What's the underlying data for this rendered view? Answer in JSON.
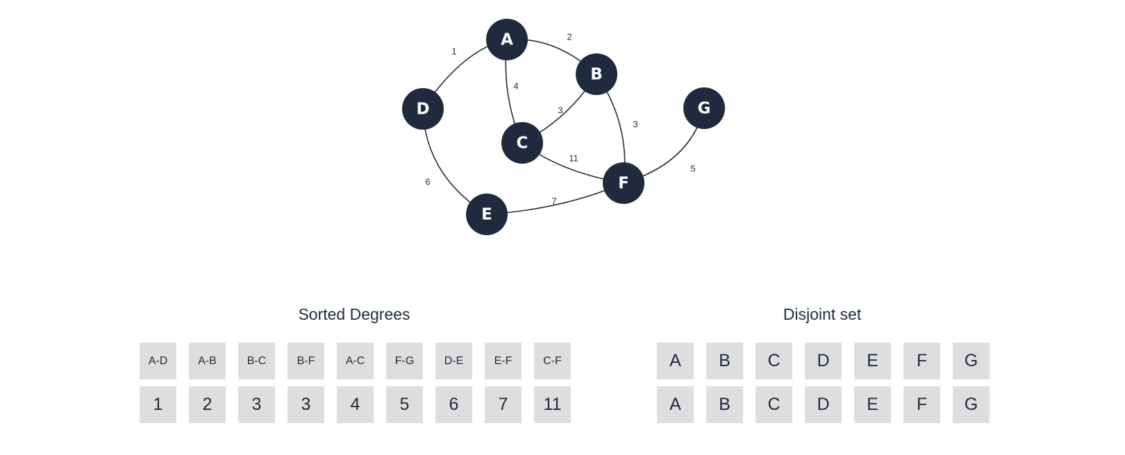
{
  "graph": {
    "nodes": [
      {
        "id": "A",
        "label": "A"
      },
      {
        "id": "B",
        "label": "B"
      },
      {
        "id": "C",
        "label": "C"
      },
      {
        "id": "D",
        "label": "D"
      },
      {
        "id": "E",
        "label": "E"
      },
      {
        "id": "F",
        "label": "F"
      },
      {
        "id": "G",
        "label": "G"
      }
    ],
    "edges": [
      {
        "from": "A",
        "to": "D",
        "weight": "1"
      },
      {
        "from": "A",
        "to": "B",
        "weight": "2"
      },
      {
        "from": "B",
        "to": "C",
        "weight": "3"
      },
      {
        "from": "B",
        "to": "F",
        "weight": "3"
      },
      {
        "from": "A",
        "to": "C",
        "weight": "4"
      },
      {
        "from": "F",
        "to": "G",
        "weight": "5"
      },
      {
        "from": "D",
        "to": "E",
        "weight": "6"
      },
      {
        "from": "E",
        "to": "F",
        "weight": "7"
      },
      {
        "from": "C",
        "to": "F",
        "weight": "11"
      }
    ],
    "node_color": "#1f2a3c",
    "node_text_color": "#ffffff"
  },
  "sorted_degrees": {
    "title": "Sorted Degrees",
    "edges": [
      "A-D",
      "A-B",
      "B-C",
      "B-F",
      "A-C",
      "F-G",
      "D-E",
      "E-F",
      "C-F"
    ],
    "weights": [
      "1",
      "2",
      "3",
      "3",
      "4",
      "5",
      "6",
      "7",
      "11"
    ]
  },
  "disjoint_set": {
    "title": "Disjoint set",
    "elements": [
      "A",
      "B",
      "C",
      "D",
      "E",
      "F",
      "G"
    ],
    "parents": [
      "A",
      "B",
      "C",
      "D",
      "E",
      "F",
      "G"
    ]
  },
  "colors": {
    "cell_background": "#dedede",
    "text": "#1f2a3c"
  }
}
